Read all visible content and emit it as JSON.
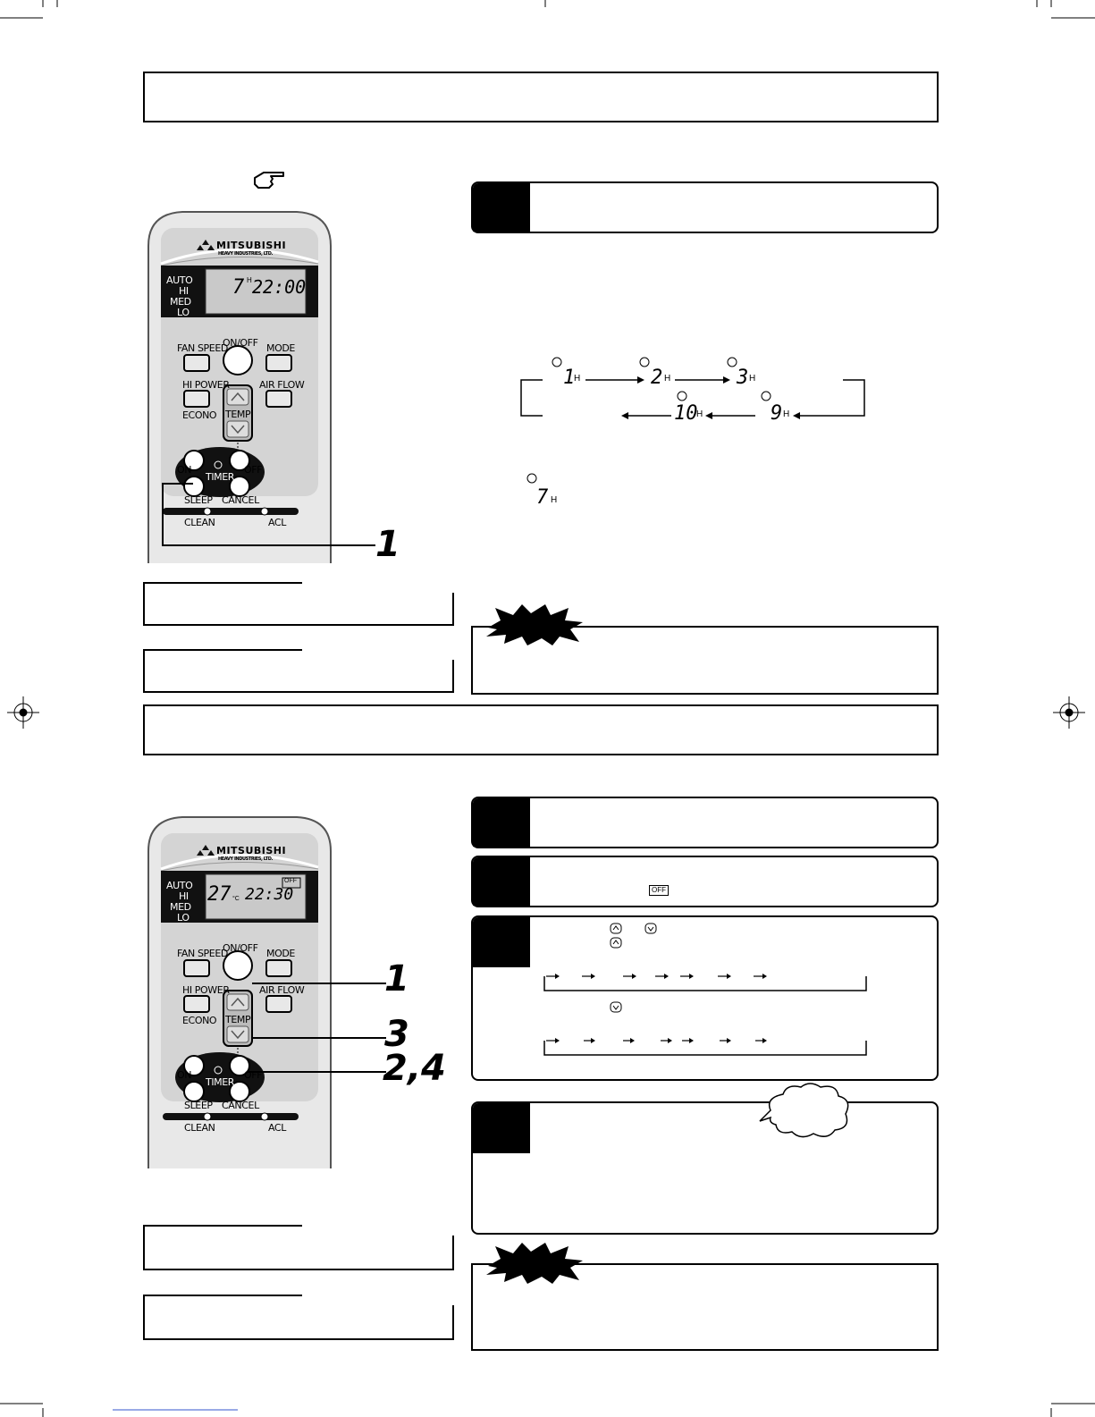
{
  "remote1": {
    "brand": "MITSUBISHI",
    "brand_sub": "HEAVY INDUSTRIES, LTD.",
    "fan_modes": [
      "AUTO",
      "HI",
      "MED",
      "LO"
    ],
    "display_hours": "7",
    "display_hours_unit": "H",
    "display_time": "22:00",
    "labels": {
      "fan_speed": "FAN SPEED",
      "on_off": "ON/OFF",
      "mode": "MODE",
      "hi_power": "HI POWER",
      "air_flow": "AIR FLOW",
      "econo": "ECONO",
      "temp": "TEMP",
      "on": "ON",
      "off": "OFF",
      "timer": "TIMER",
      "sleep": "SLEEP",
      "cancel": "CANCEL",
      "clean": "CLEAN",
      "acl": "ACL"
    },
    "callout": "1"
  },
  "remote2": {
    "brand": "MITSUBISHI",
    "brand_sub": "HEAVY INDUSTRIES, LTD.",
    "fan_modes": [
      "AUTO",
      "HI",
      "MED",
      "LO"
    ],
    "display_temp": "27",
    "display_temp_unit": "°C",
    "display_time": "22:30",
    "display_off_badge": "OFF",
    "labels": {
      "fan_speed": "FAN SPEED",
      "on_off": "ON/OFF",
      "mode": "MODE",
      "hi_power": "HI POWER",
      "air_flow": "AIR FLOW",
      "econo": "ECONO",
      "temp": "TEMP",
      "on": "ON",
      "off": "OFF",
      "timer": "TIMER",
      "sleep": "SLEEP",
      "cancel": "CANCEL",
      "clean": "CLEAN",
      "acl": "ACL"
    },
    "callouts": [
      "1",
      "3",
      "2,4"
    ]
  },
  "sleep_cycle": {
    "top_row": [
      {
        "value": "1",
        "unit": "H"
      },
      {
        "value": "2",
        "unit": "H"
      },
      {
        "value": "3",
        "unit": "H"
      }
    ],
    "bottom_row": [
      {
        "value": "10",
        "unit": "H"
      },
      {
        "value": "9",
        "unit": "H"
      }
    ],
    "example": {
      "value": "7",
      "unit": "H"
    }
  },
  "step2_badge": "OFF",
  "icons": [
    "pointing-hand-icon",
    "sleep-icon",
    "up-arrow-button-icon",
    "down-arrow-button-icon",
    "speech-cloud-icon",
    "starburst-note-icon",
    "registration-mark-icon"
  ]
}
